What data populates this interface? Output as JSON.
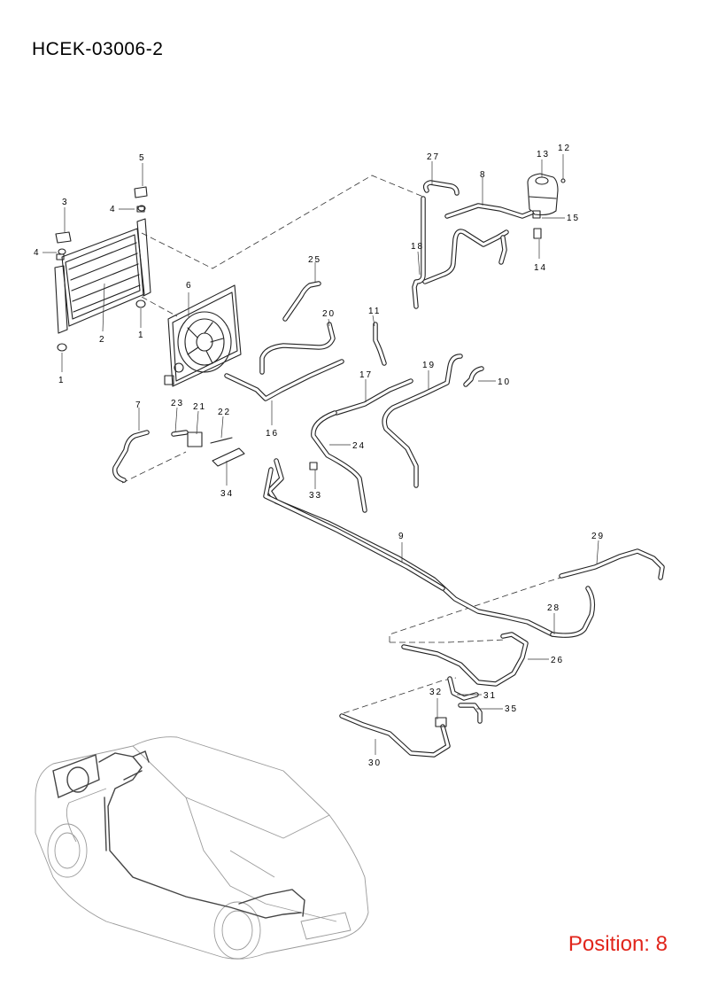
{
  "header": {
    "code": "HCEK-03006-2"
  },
  "footer": {
    "position_label": "Position: 8"
  },
  "callouts": [
    {
      "id": "c1a",
      "label": "1"
    },
    {
      "id": "c1b",
      "label": "1"
    },
    {
      "id": "c2",
      "label": "2"
    },
    {
      "id": "c3",
      "label": "3"
    },
    {
      "id": "c4a",
      "label": "4"
    },
    {
      "id": "c4b",
      "label": "4"
    },
    {
      "id": "c5",
      "label": "5"
    },
    {
      "id": "c6",
      "label": "6"
    },
    {
      "id": "c7",
      "label": "7"
    },
    {
      "id": "c8",
      "label": "8"
    },
    {
      "id": "c9",
      "label": "9"
    },
    {
      "id": "c10",
      "label": "10"
    },
    {
      "id": "c11",
      "label": "11"
    },
    {
      "id": "c12",
      "label": "12"
    },
    {
      "id": "c13",
      "label": "13"
    },
    {
      "id": "c14",
      "label": "14"
    },
    {
      "id": "c15",
      "label": "15"
    },
    {
      "id": "c16",
      "label": "16"
    },
    {
      "id": "c17",
      "label": "17"
    },
    {
      "id": "c18",
      "label": "18"
    },
    {
      "id": "c19",
      "label": "19"
    },
    {
      "id": "c20",
      "label": "20"
    },
    {
      "id": "c21",
      "label": "21"
    },
    {
      "id": "c22",
      "label": "22"
    },
    {
      "id": "c23",
      "label": "23"
    },
    {
      "id": "c24",
      "label": "24"
    },
    {
      "id": "c25",
      "label": "25"
    },
    {
      "id": "c26",
      "label": "26"
    },
    {
      "id": "c27",
      "label": "27"
    },
    {
      "id": "c28",
      "label": "28"
    },
    {
      "id": "c29",
      "label": "29"
    },
    {
      "id": "c30",
      "label": "30"
    },
    {
      "id": "c31",
      "label": "31"
    },
    {
      "id": "c32",
      "label": "32"
    },
    {
      "id": "c33",
      "label": "33"
    },
    {
      "id": "c34",
      "label": "34"
    },
    {
      "id": "c35",
      "label": "35"
    }
  ]
}
